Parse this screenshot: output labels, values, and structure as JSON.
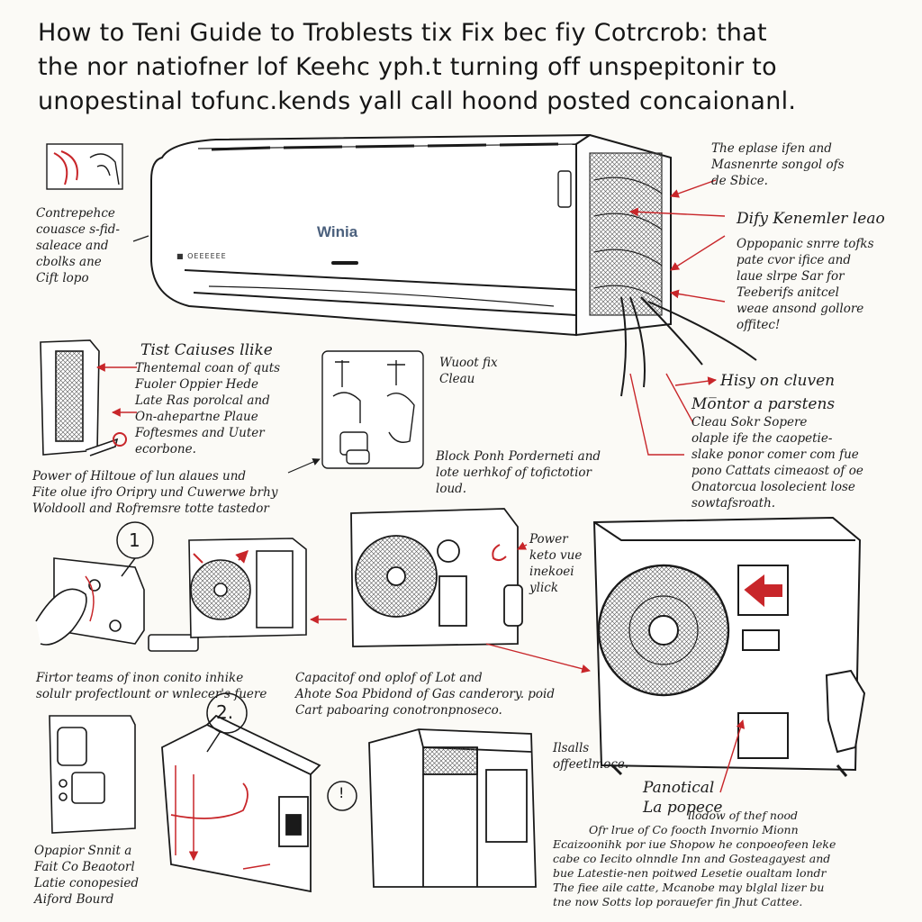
{
  "title": {
    "lines": [
      "How to Teni Guide to Troblests tix Fix bec fiy Cotrcrob: that",
      "the nor natiofner lof Keehc yph.t turning off unspepitonir to",
      "unopestinal tofunc.kends yall call hoond posted concaionanl."
    ]
  },
  "indoor_unit": {
    "brand": "Winia",
    "badge": "■ ОЕЕЕЕЕЕ"
  },
  "notes": {
    "left_top": [
      "Contrepehce",
      "couasce s-fid-",
      "saleace and",
      "cbolks ane",
      "Cift lopo"
    ],
    "right_top": [
      "The eplase ifen and",
      "Masnenrte songol ofs",
      "de Sbice."
    ],
    "dirty_heading": "Dify Kenemler leao",
    "dirty_body": [
      "Oppopanic snrre tofks",
      "pate cvor ifice and",
      "laue slrpe Sar for",
      "Teeberifs anitcel",
      "weae ansond gollore",
      "offitec!"
    ],
    "test_heading": "Tist Caiuses llike",
    "test_body": [
      "Thentemal coan of quts",
      "Fuoler Oppier Hede",
      "Late Ras porolcal and",
      "On-ahepartne Plaue",
      "Foftesmes and Uuter",
      "ecorbone."
    ],
    "wuoot_heading": [
      "Wuoot fix",
      "Cleau"
    ],
    "black_note": [
      "Block Ponh Porderneti and",
      "lote uerhkof of tofictotior",
      "loud."
    ],
    "power_left": [
      "Power of Hiltoue of lun alaues und",
      "Fite olue ifro Oripry und Cuwerwe brhy",
      "Woldooll and Rofremsre totte tastedor"
    ],
    "hisy_heading": "Hisy on cluven",
    "motor_heading": "Mo̅ntor a parstens",
    "motor_body": [
      "Cleau Sokr Sopere",
      "olaple ife the caopetie-",
      "slake ponor comer com fue",
      "pono Cattats cimeaost of oe",
      "Onatorcua losolecient lose",
      "sowtafsroath."
    ],
    "power_mid": [
      "Power",
      "keto vue",
      "inekoei",
      "ylick"
    ],
    "filter_note": [
      "Firtor teams of inon conito inhike",
      "solulr profectlount or wnlecer's fuere"
    ],
    "capacitor_note": [
      "Capacitof ond oplof of Lot and",
      "Ahote Soa Pbidond of Gas canderory. poid",
      "Cart paboaring conotronpnoseco."
    ],
    "lusalls": [
      "Ilsalls",
      "offeetlmoce."
    ],
    "panotical": [
      "Panotical",
      "La popece"
    ],
    "operator": [
      "Opapior Snnit a",
      "Fait Co Beaotorl",
      "Latie conopesied",
      "Aiford Bourd"
    ],
    "bottom_right": [
      "llodow of thef nood",
      "Ofr lrue of Co foocth Invornio Mionn",
      "Ecaizoonihk por iue Shopow he conpoeofeen leke",
      "cabe co Iecito olnndle Inn and Gosteagayest and",
      "bue Latestie-nen poitwed Lesetie oualtam londr",
      "The fiee aile catte, Mcanobe may blglal lizer bu",
      "tne now Sotts lop porauefer fin Jhut Cattee."
    ]
  },
  "step_numbers": [
    "1",
    "2.",
    "!"
  ],
  "colors": {
    "accent": "#c8262a",
    "ink": "#1a1a1a",
    "paper": "#fbfaf6"
  }
}
